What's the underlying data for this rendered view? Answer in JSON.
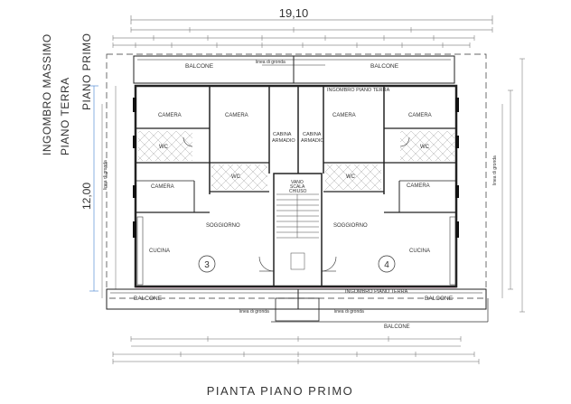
{
  "header": {
    "top_dimension": "19,10",
    "left_dimension": "12,00",
    "title": "PIANTA PIANO PRIMO"
  },
  "legend": {
    "ingombro_massimo": "INGOMBRO MASSIMO",
    "piano_terra": "PIANO TERRA",
    "piano_primo": "PIANO PRIMO",
    "colors": {
      "piano_terra": "#e0559a",
      "piano_primo": "#5a8fd6",
      "massimo": "#555555"
    }
  },
  "rooms": {
    "balcone_top_left": "BALCONE",
    "balcone_top_right": "BALCONE",
    "linea_gronda_top": "linea di gronda",
    "ingombro_pt_top": "INGOMBRO PIANO TERRA",
    "camera_tl": "CAMERA",
    "camera_tl2": "CAMERA",
    "camera_tr": "CAMERA",
    "camera_tr2": "CAMERA",
    "cabina_left": "CABINA\nARMADIO",
    "cabina_left_1": "CABINA",
    "cabina_left_2": "ARMADIO",
    "cabina_right_1": "CABINA",
    "cabina_right_2": "ARMADIO",
    "wc_tl": "WC",
    "wc_cl": "WC",
    "wc_cr": "WC",
    "wc_tr": "WC",
    "camera_ml": "CAMERA",
    "camera_mr": "CAMERA",
    "vano_scala_1": "VANO",
    "vano_scala_2": "SCALA",
    "vano_scala_3": "CHIUSO",
    "soggiorno_l": "SOGGIORNO",
    "soggiorno_r": "SOGGIORNO",
    "cucina_l": "CUCINA",
    "cucina_r": "CUCINA",
    "unit_3": "3",
    "unit_4": "4",
    "balcone_bottom_left": "BALCONE",
    "balcone_bottom_right": "BALCONE",
    "balcone_bottom": "BALCONE",
    "linea_gronda_bottom_l": "linea di gronda",
    "linea_gronda_bottom_r": "linea di gronda",
    "linea_gronda_left": "linea di gronda",
    "linea_gronda_right": "linea di gronda",
    "ingombro_pt_bottom": "INGOMBRO PIANO TERRA"
  }
}
